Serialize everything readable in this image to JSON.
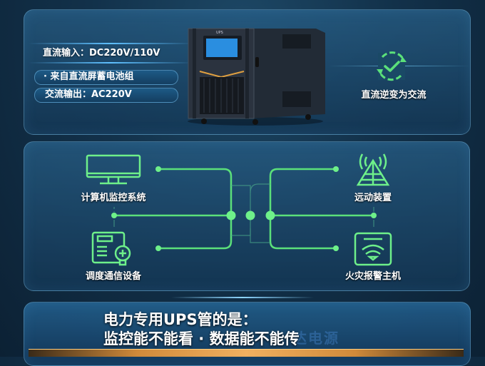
{
  "top_panel": {
    "input_label": "直流输入：DC220V/110V",
    "source_pill": "· 来自直流屏蓄电池组",
    "output_pill": "交流输出：AC220V",
    "cabinet_brand": "UPS",
    "inverter_caption": "直流逆变为交流",
    "accent": "#5be07a"
  },
  "mid_panel": {
    "devices": [
      {
        "label": "计算机监控系统",
        "icon": "monitor-icon"
      },
      {
        "label": "远动装置",
        "icon": "radio-tower-icon"
      },
      {
        "label": "调度通信设备",
        "icon": "document-device-icon"
      },
      {
        "label": "火灾报警主机",
        "icon": "fire-alarm-panel-icon"
      }
    ]
  },
  "bottom_panel": {
    "line1": "电力专用UPS管的是：",
    "line2": "监控能不能看 · 数据能不能传",
    "watermark": "达电源"
  }
}
